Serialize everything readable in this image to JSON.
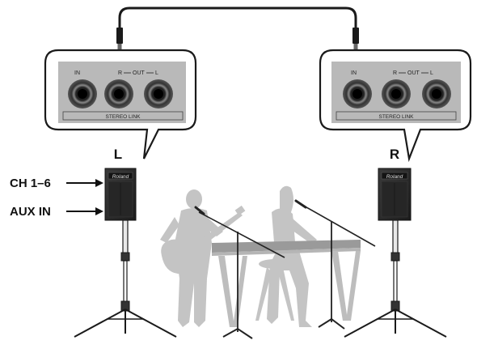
{
  "callouts": {
    "left": {
      "jack_in": "IN",
      "jack_out_r": "R",
      "jack_out_word": "OUT",
      "jack_out_l": "L",
      "stereo_link": "STEREO LINK"
    },
    "right": {
      "jack_in": "IN",
      "jack_out_r": "R",
      "jack_out_word": "OUT",
      "jack_out_l": "L",
      "stereo_link": "STEREO LINK"
    }
  },
  "speakers": {
    "left": {
      "side_label": "L",
      "brand": "Roland"
    },
    "right": {
      "side_label": "R",
      "brand": "Roland"
    }
  },
  "inputs": {
    "ch_label": "CH 1–6",
    "aux_label": "AUX IN"
  },
  "colors": {
    "panel_gray": "#b9b9b9",
    "callout_fill": "#ffffff",
    "line": "#1a1a1a",
    "silhouette": "#c4c4c4",
    "speaker": "#2a2a2a"
  }
}
